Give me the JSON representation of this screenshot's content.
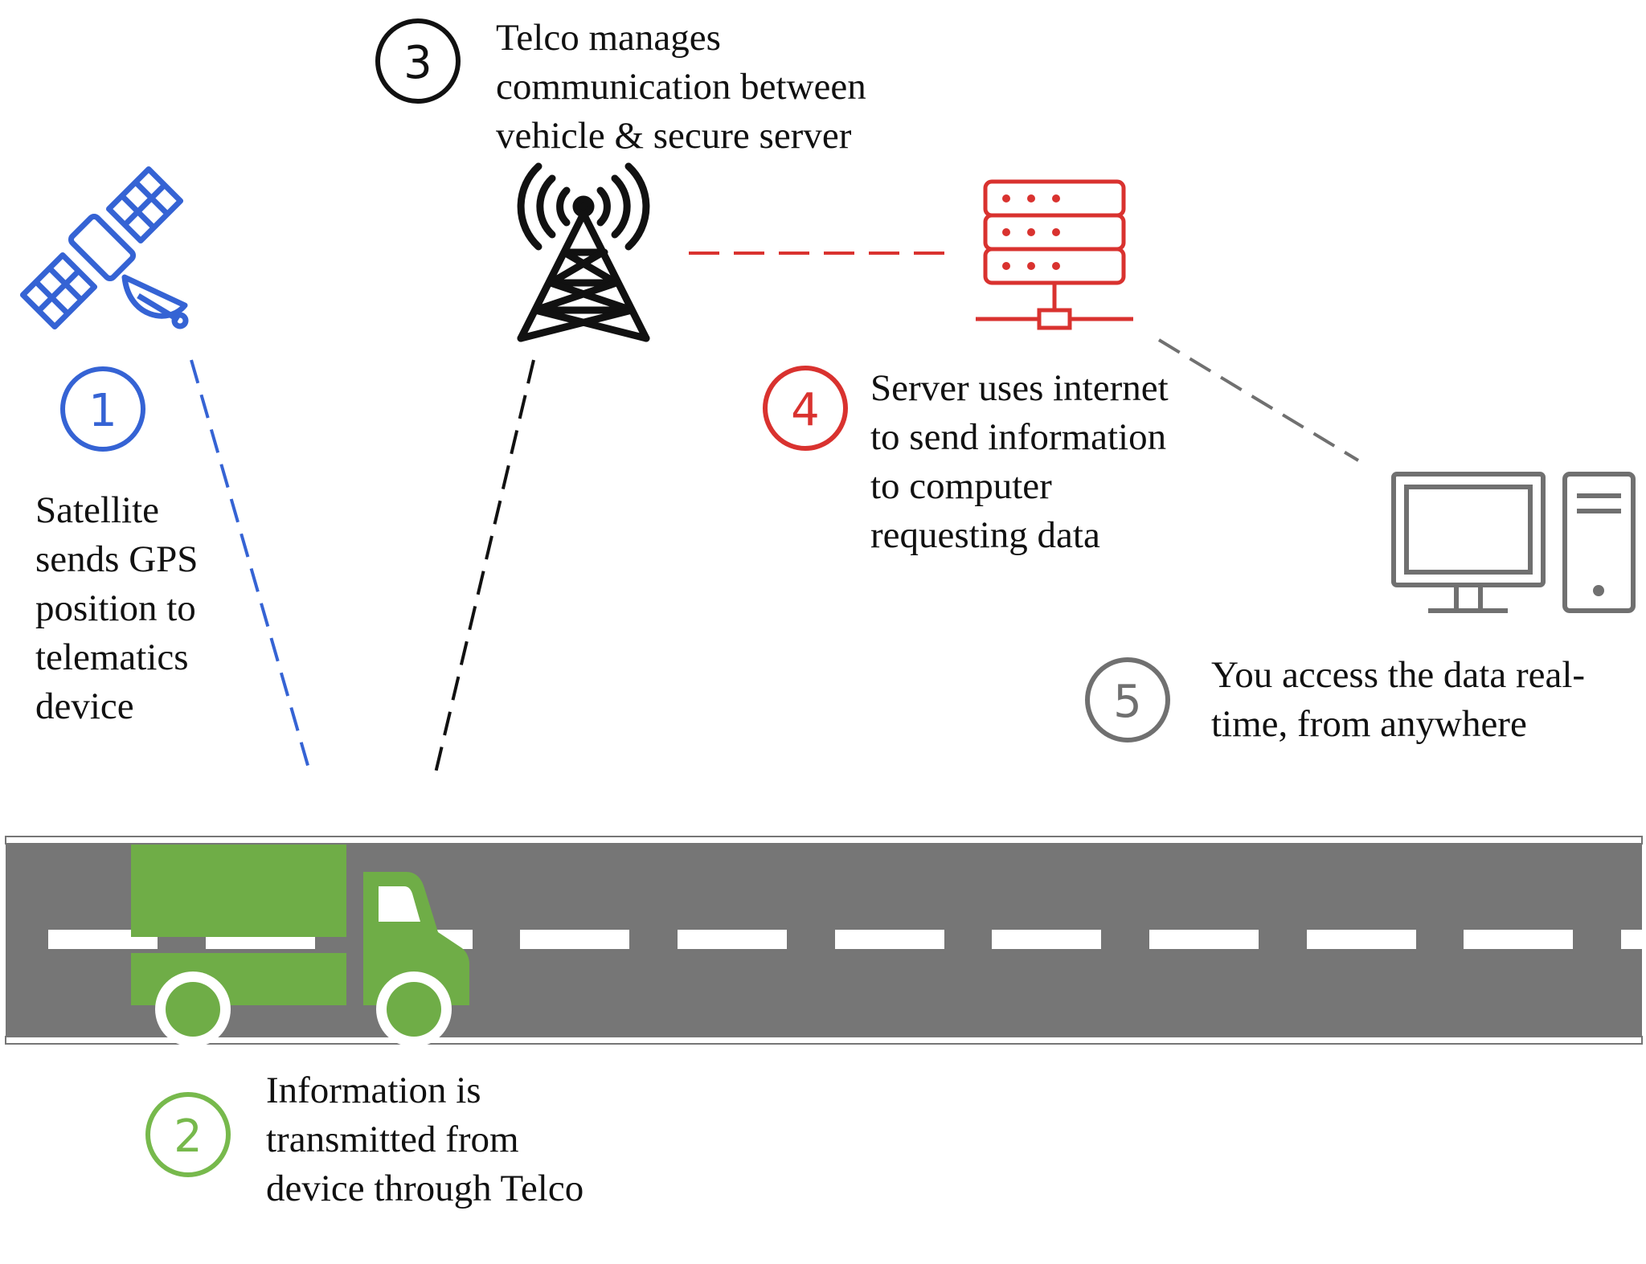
{
  "colors": {
    "step1": "#3563d4",
    "step2": "#77b94c",
    "step3": "#111111",
    "step4": "#d9322f",
    "step5": "#707070",
    "road": "#767676",
    "truck": "#6fad47"
  },
  "steps": [
    {
      "number": "1",
      "lines": [
        "Satellite",
        "sends GPS",
        "position to",
        "telematics",
        "device"
      ]
    },
    {
      "number": "2",
      "lines": [
        "Information is",
        "transmitted from",
        "device through Telco"
      ]
    },
    {
      "number": "3",
      "lines": [
        "Telco manages",
        "communication between",
        "vehicle & secure server"
      ]
    },
    {
      "number": "4",
      "lines": [
        "Server uses internet",
        "to send information",
        "to computer",
        "requesting data"
      ]
    },
    {
      "number": "5",
      "lines": [
        "You access the data real-",
        "time, from anywhere"
      ]
    }
  ],
  "icons": {
    "satellite": "satellite-icon",
    "tower": "cell-tower-icon",
    "server": "server-icon",
    "computer": "desktop-computer-icon",
    "truck": "truck-icon"
  }
}
